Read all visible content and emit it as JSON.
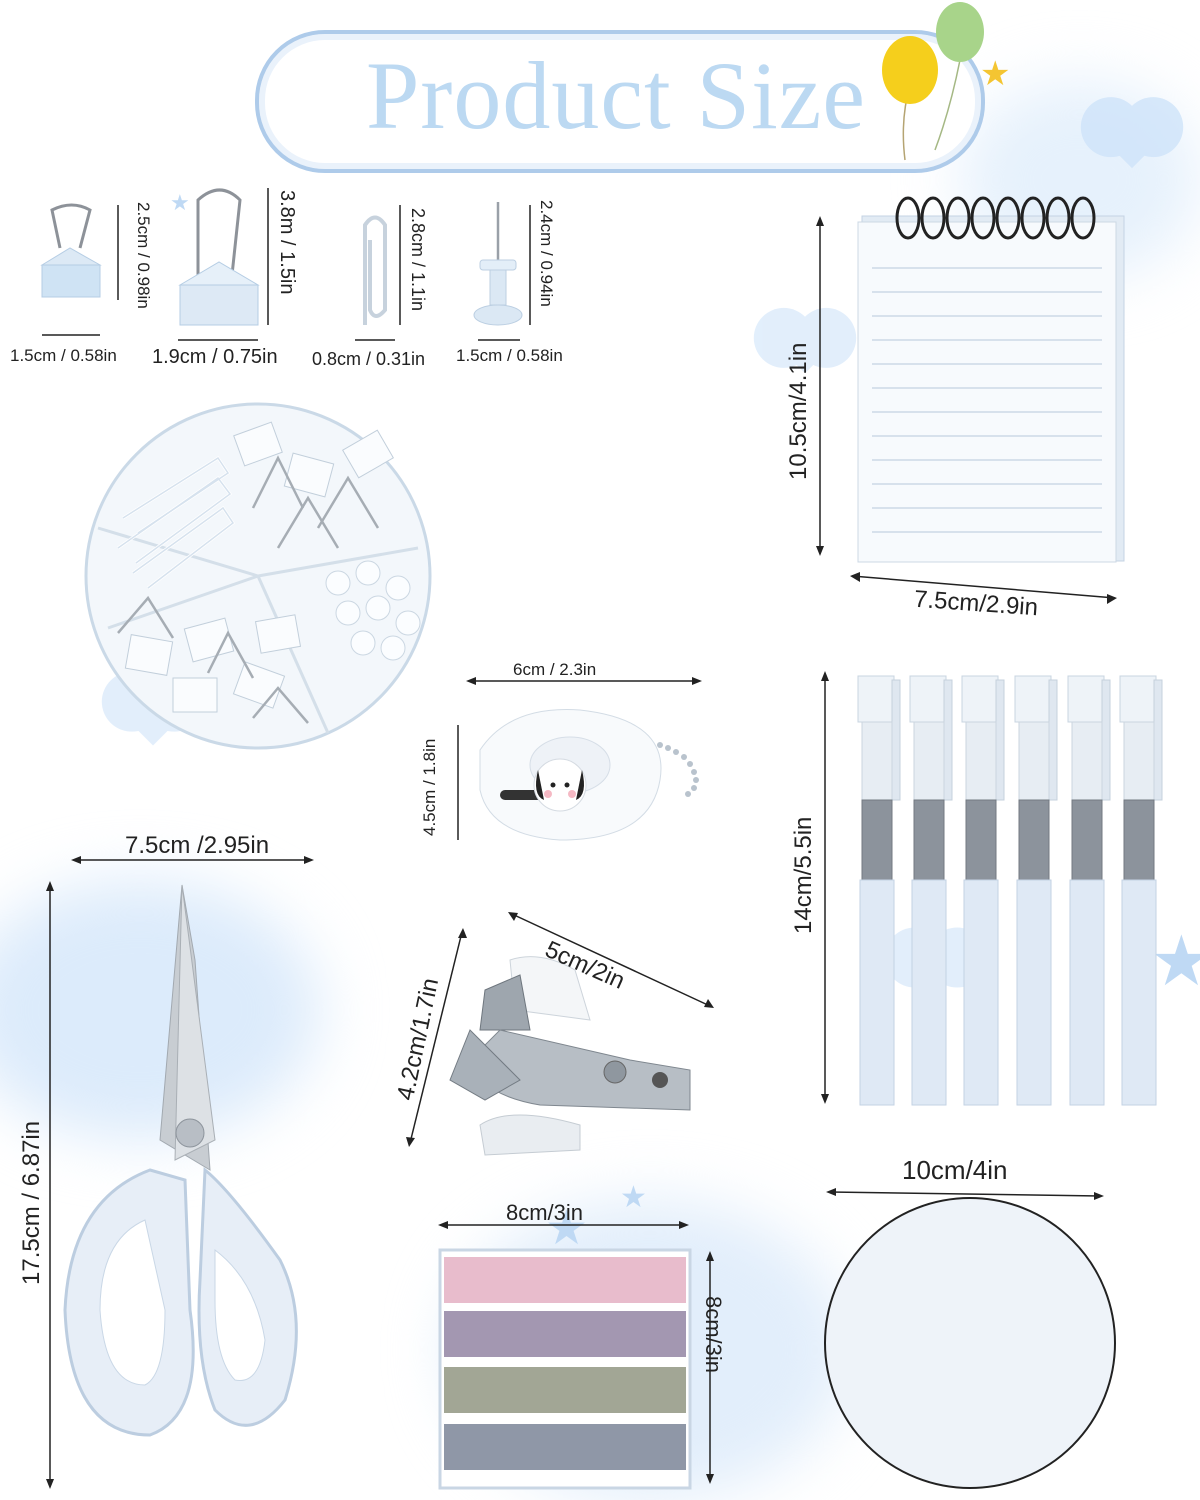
{
  "title": "Product Size",
  "colors": {
    "accent": "#aecbea",
    "title": "#bcd9f2",
    "glow": "#d5e8fb",
    "balloon_yellow": "#f5cf1c",
    "balloon_green": "#a8d48a",
    "star": "#f4c532",
    "tab_pink": "#e8bccc",
    "tab_purple": "#a397b1",
    "tab_green": "#a2a695",
    "tab_gray": "#8f97a7"
  },
  "clips": {
    "small_binder": {
      "width": "1.5cm / 0.58in",
      "height": "2.5cm / 0.98in"
    },
    "large_binder": {
      "width": "1.9cm / 0.75in",
      "height": "3.8m / 1.5in"
    },
    "paper_clip": {
      "width": "0.8cm / 0.31in",
      "height": "2.8cm / 1.1in"
    },
    "push_pin": {
      "width": "1.5cm / 0.58in",
      "height": "2.4cm / 0.94in"
    }
  },
  "notebook": {
    "width": "7.5cm/2.9in",
    "height": "10.5cm/4.1in"
  },
  "tape": {
    "width": "6cm / 2.3in",
    "height": "4.5cm / 1.8in"
  },
  "scissors": {
    "width": "7.5cm /2.95in",
    "height": "17.5cm / 6.87in"
  },
  "staple_remover": {
    "width": "5cm/2in",
    "height": "4.2cm/1.7in"
  },
  "pens": {
    "height": "14cm/5.5in",
    "count": 6
  },
  "tabs": {
    "width": "8cm/3in",
    "height": "8cm/3in"
  },
  "round_notes": {
    "width": "10cm/4in"
  }
}
